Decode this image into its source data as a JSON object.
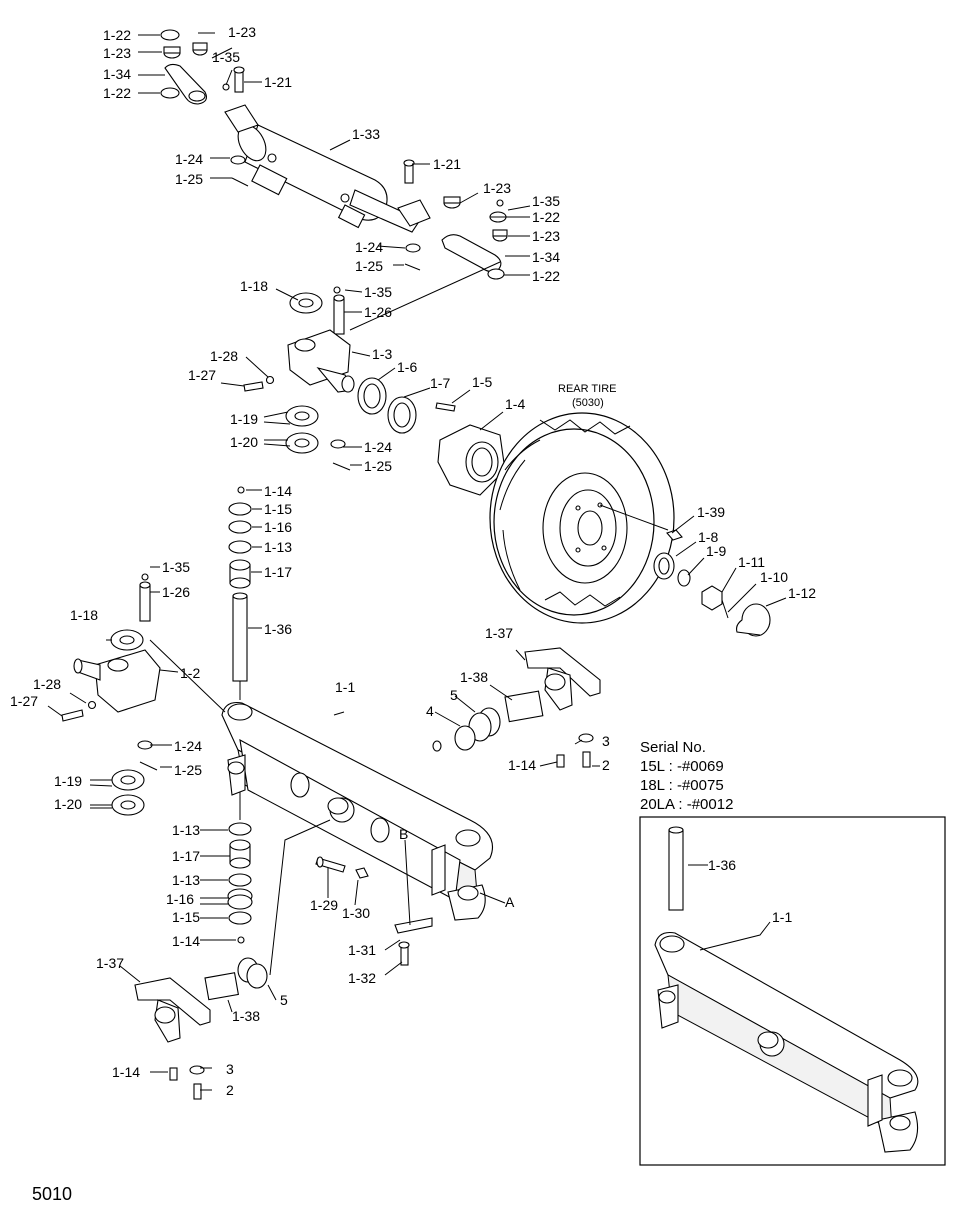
{
  "labels": [
    {
      "id": "l01",
      "text": "1-22"
    },
    {
      "id": "l02",
      "text": "1-23"
    },
    {
      "id": "l03",
      "text": "1-23"
    },
    {
      "id": "l04",
      "text": "1-35"
    },
    {
      "id": "l05",
      "text": "1-34"
    },
    {
      "id": "l06",
      "text": "1-21"
    },
    {
      "id": "l07",
      "text": "1-22"
    },
    {
      "id": "l08",
      "text": "1-33"
    },
    {
      "id": "l09",
      "text": "1-24"
    },
    {
      "id": "l10",
      "text": "1-25"
    },
    {
      "id": "l11",
      "text": "1-21"
    },
    {
      "id": "l12",
      "text": "1-23"
    },
    {
      "id": "l13",
      "text": "1-35"
    },
    {
      "id": "l14",
      "text": "1-22"
    },
    {
      "id": "l15",
      "text": "1-23"
    },
    {
      "id": "l16",
      "text": "1-24"
    },
    {
      "id": "l17",
      "text": "1-34"
    },
    {
      "id": "l18",
      "text": "1-25"
    },
    {
      "id": "l19",
      "text": "1-22"
    },
    {
      "id": "l20",
      "text": "1-18"
    },
    {
      "id": "l21",
      "text": "1-35"
    },
    {
      "id": "l22",
      "text": "1-26"
    },
    {
      "id": "l23",
      "text": "1-28"
    },
    {
      "id": "l24",
      "text": "1-3"
    },
    {
      "id": "l25",
      "text": "1-27"
    },
    {
      "id": "l26",
      "text": "1-6"
    },
    {
      "id": "l27",
      "text": "1-7"
    },
    {
      "id": "l28",
      "text": "1-5"
    },
    {
      "id": "l29",
      "text": "1-4"
    },
    {
      "id": "l30",
      "text": "1-19"
    },
    {
      "id": "l31",
      "text": "1-20"
    },
    {
      "id": "l32",
      "text": "1-24"
    },
    {
      "id": "l33",
      "text": "1-25"
    },
    {
      "id": "l34",
      "text": "1-14"
    },
    {
      "id": "l35",
      "text": "1-15"
    },
    {
      "id": "l36",
      "text": "1-16"
    },
    {
      "id": "l37",
      "text": "1-13"
    },
    {
      "id": "l38",
      "text": "1-17"
    },
    {
      "id": "l39",
      "text": "1-39"
    },
    {
      "id": "l40",
      "text": "1-8"
    },
    {
      "id": "l41",
      "text": "1-9"
    },
    {
      "id": "l42",
      "text": "1-11"
    },
    {
      "id": "l43",
      "text": "1-10"
    },
    {
      "id": "l44",
      "text": "1-12"
    },
    {
      "id": "l45",
      "text": "1-35"
    },
    {
      "id": "l46",
      "text": "1-26"
    },
    {
      "id": "l47",
      "text": "1-36"
    },
    {
      "id": "l48",
      "text": "1-18"
    },
    {
      "id": "l49",
      "text": "1-2"
    },
    {
      "id": "l50",
      "text": "1-37"
    },
    {
      "id": "l51",
      "text": "1-38"
    },
    {
      "id": "l52",
      "text": "1-1"
    },
    {
      "id": "l53",
      "text": "5"
    },
    {
      "id": "l54",
      "text": "1-28"
    },
    {
      "id": "l55",
      "text": "1-27"
    },
    {
      "id": "l56",
      "text": "4"
    },
    {
      "id": "l57",
      "text": "3"
    },
    {
      "id": "l58",
      "text": "1-24"
    },
    {
      "id": "l59",
      "text": "1-14"
    },
    {
      "id": "l60",
      "text": "2"
    },
    {
      "id": "l61",
      "text": "1-25"
    },
    {
      "id": "l62",
      "text": "1-19"
    },
    {
      "id": "l63",
      "text": "1-20"
    },
    {
      "id": "l64",
      "text": "1-13"
    },
    {
      "id": "l65",
      "text": "B"
    },
    {
      "id": "l66",
      "text": "1-17"
    },
    {
      "id": "l67",
      "text": "A"
    },
    {
      "id": "l68",
      "text": "1-13"
    },
    {
      "id": "l69",
      "text": "1-16"
    },
    {
      "id": "l70",
      "text": "1-29"
    },
    {
      "id": "l71",
      "text": "1-30"
    },
    {
      "id": "l72",
      "text": "1-15"
    },
    {
      "id": "l73",
      "text": "1-14"
    },
    {
      "id": "l74",
      "text": "1-31"
    },
    {
      "id": "l75",
      "text": "1-37"
    },
    {
      "id": "l76",
      "text": "1-32"
    },
    {
      "id": "l77",
      "text": "5"
    },
    {
      "id": "l78",
      "text": "1-38"
    },
    {
      "id": "l79",
      "text": "3"
    },
    {
      "id": "l80",
      "text": "1-14"
    },
    {
      "id": "l81",
      "text": "2"
    },
    {
      "id": "l82",
      "text": "1-36"
    },
    {
      "id": "l83",
      "text": "1-1"
    }
  ],
  "rear_tire": {
    "title": "REAR TIRE",
    "code": "(5030)"
  },
  "serial": {
    "heading": "Serial No.",
    "lines": [
      "15L : -#0069",
      "18L : -#0075",
      "20LA : -#0012"
    ]
  },
  "page_code": "5010"
}
